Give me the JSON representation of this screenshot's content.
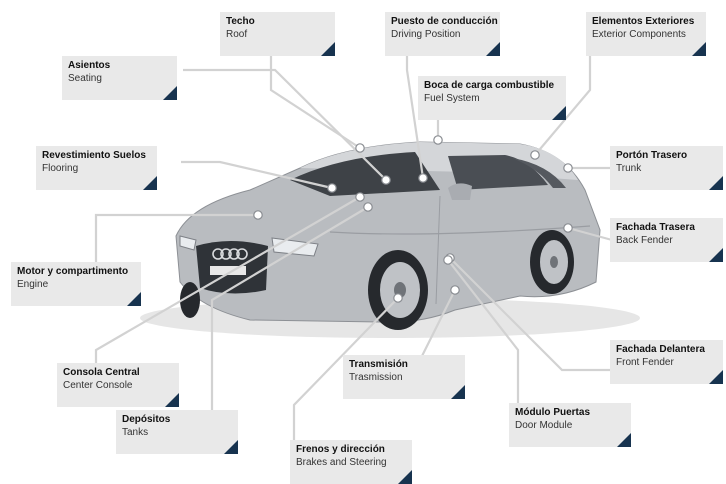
{
  "colors": {
    "callout_bg": "#e9e9e9",
    "corner_accent": "#17334f",
    "leader_line": "#d2d2d2",
    "car_body": "#b9bcc0"
  },
  "image": {
    "subject": "car-icon"
  },
  "callouts": [
    {
      "id": "techo",
      "es": "Techo",
      "en": "Roof"
    },
    {
      "id": "puesto",
      "es": "Puesto de conducción",
      "en": "Driving Position"
    },
    {
      "id": "exteriores",
      "es": "Elementos Exteriores",
      "en": "Exterior Components"
    },
    {
      "id": "asientos",
      "es": "Asientos",
      "en": "Seating"
    },
    {
      "id": "combustible",
      "es": "Boca de carga combustible",
      "en": "Fuel System"
    },
    {
      "id": "suelos",
      "es": "Revestimiento Suelos",
      "en": "Flooring"
    },
    {
      "id": "porton",
      "es": "Portón Trasero",
      "en": "Trunk"
    },
    {
      "id": "fachada-trasera",
      "es": "Fachada Trasera",
      "en": "Back Fender"
    },
    {
      "id": "motor",
      "es": "Motor y compartimento",
      "en": "Engine"
    },
    {
      "id": "fachada-delantera",
      "es": "Fachada Delantera",
      "en": "Front Fender"
    },
    {
      "id": "consola",
      "es": "Consola Central",
      "en": "Center Console"
    },
    {
      "id": "transmision",
      "es": "Transmisión",
      "en": "Trasmission"
    },
    {
      "id": "modulo",
      "es": "Módulo Puertas",
      "en": "Door Module"
    },
    {
      "id": "depositos",
      "es": "Depósitos",
      "en": "Tanks"
    },
    {
      "id": "frenos",
      "es": "Frenos y dirección",
      "en": "Brakes and Steering"
    }
  ]
}
